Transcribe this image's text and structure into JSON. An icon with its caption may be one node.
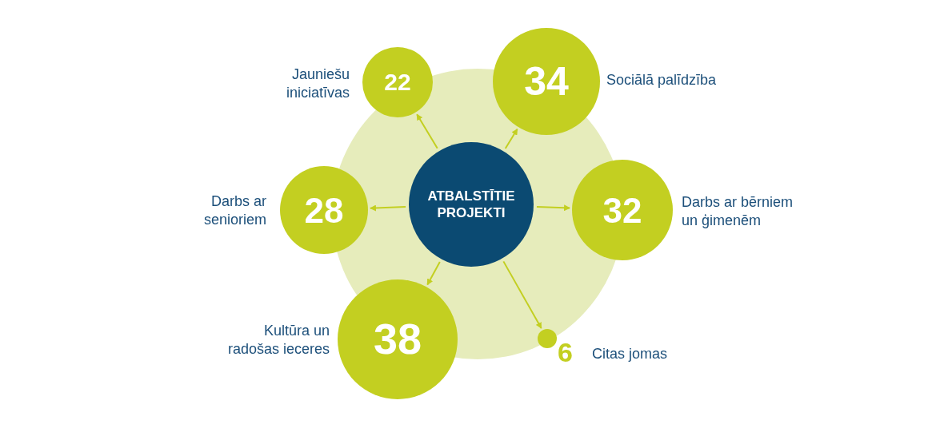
{
  "diagram": {
    "nodes": [
      {
        "text": [
          "ATBALSTĪTIE PROJEKTI"
        ]
      },
      {
        "text": [
          "22"
        ],
        "beside": [
          "Jauniešu iniciatīvas"
        ]
      },
      {
        "text": [
          "34"
        ],
        "beside": [
          "Sociālā palīdzība"
        ]
      },
      {
        "text": [
          "28"
        ],
        "beside": [
          "Darbs ar senioriem"
        ]
      },
      {
        "text": [
          "32"
        ],
        "beside": [
          "Darbs ar bērniem un ģimenēm"
        ]
      },
      {
        "text": [
          "38"
        ],
        "beside": [
          "Kultūra un radošas ieceres"
        ]
      },
      {
        "text": [],
        "shape": "circle",
        "beside": [
          "6",
          "Citas jomas"
        ]
      }
    ],
    "edges": [
      {
        "from": 0,
        "to": 1,
        "arrow": "to"
      },
      {
        "from": 0,
        "to": 2,
        "arrow": "to"
      },
      {
        "from": 0,
        "to": 3,
        "arrow": "to"
      },
      {
        "from": 0,
        "to": 4,
        "arrow": "to"
      },
      {
        "from": 0,
        "to": 5,
        "arrow": "to"
      },
      {
        "from": 0,
        "to": 6,
        "arrow": "to"
      }
    ]
  }
}
